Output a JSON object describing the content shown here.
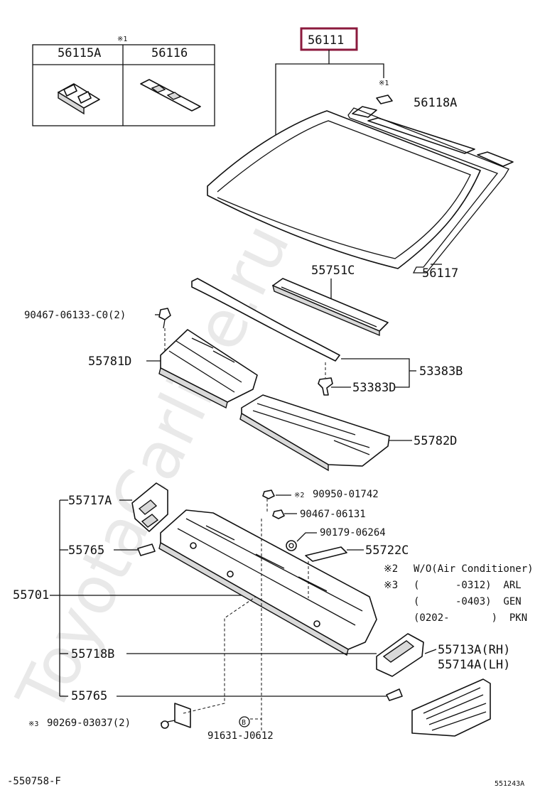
{
  "watermark": "ToyotaCarline.ru",
  "inset": {
    "note_mark": "※1",
    "part_left": "56115A",
    "part_right": "56116"
  },
  "parts": {
    "windshield": "56111",
    "windshield_note": "※1",
    "seal_a": "56118A",
    "seal_b": "56117",
    "panel_c": "55751C",
    "clip_1": "90467-06133-C0(2)",
    "louver_rh": "55781D",
    "retainer_group": "53383B",
    "retainer": "53383D",
    "louver_lh": "55782D",
    "bracket_a": "55717A",
    "cowl": "55701",
    "pad_upper": "55765",
    "pad_lower": "55765",
    "bracket_b": "55718B",
    "screw_bolt": "90269-03037(2)",
    "screw_bolt_note": "※3",
    "grommet": "90950-01742",
    "grommet_note": "※2",
    "clip_2": "90467-06131",
    "nut": "90179-06264",
    "brace": "55722C",
    "rivet": "91631-J0612",
    "rivet_mark": "B",
    "side_rh": "55713A(RH)",
    "side_lh": "55714A(LH)"
  },
  "notes": [
    {
      "mark": "※2",
      "text": "W/O(Air Conditioner)"
    },
    {
      "mark": "※3",
      "text": "(      -0312)  ARL"
    },
    {
      "mark": "",
      "text": "(      -0403)  GEN"
    },
    {
      "mark": "",
      "text": "(0202-       )  PKN"
    }
  ],
  "footer": {
    "left": "-550758-F",
    "right": "551243A"
  }
}
